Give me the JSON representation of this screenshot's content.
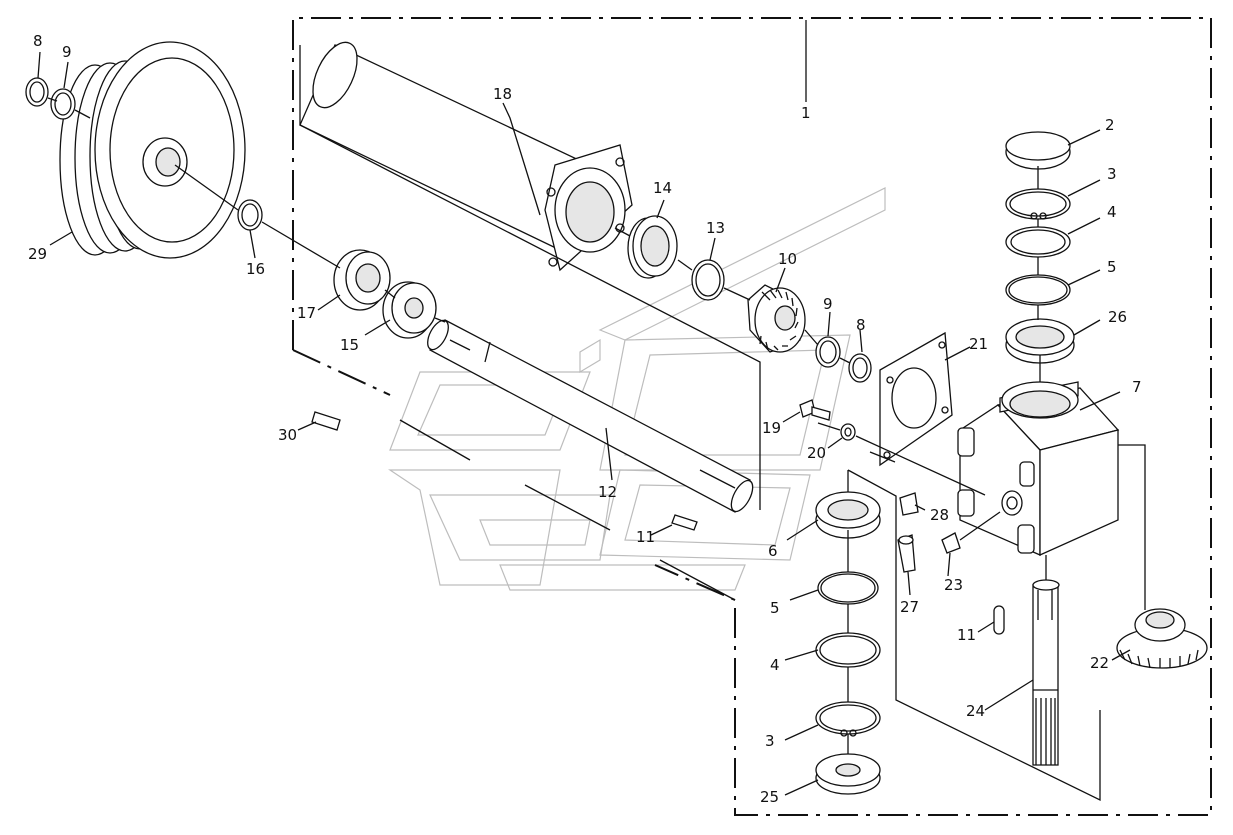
{
  "diagram": {
    "callouts": [
      {
        "id": "c8a",
        "label": "8"
      },
      {
        "id": "c9a",
        "label": "9"
      },
      {
        "id": "c29",
        "label": "29"
      },
      {
        "id": "c16",
        "label": "16"
      },
      {
        "id": "c18",
        "label": "18"
      },
      {
        "id": "c1",
        "label": "1"
      },
      {
        "id": "c2",
        "label": "2"
      },
      {
        "id": "c3a",
        "label": "3"
      },
      {
        "id": "c4a",
        "label": "4"
      },
      {
        "id": "c5a",
        "label": "5"
      },
      {
        "id": "c26",
        "label": "26"
      },
      {
        "id": "c7",
        "label": "7"
      },
      {
        "id": "c14",
        "label": "14"
      },
      {
        "id": "c13",
        "label": "13"
      },
      {
        "id": "c10",
        "label": "10"
      },
      {
        "id": "c9b",
        "label": "9"
      },
      {
        "id": "c8b",
        "label": "8"
      },
      {
        "id": "c21",
        "label": "21"
      },
      {
        "id": "c17",
        "label": "17"
      },
      {
        "id": "c15",
        "label": "15"
      },
      {
        "id": "c30",
        "label": "30"
      },
      {
        "id": "c19",
        "label": "19"
      },
      {
        "id": "c20",
        "label": "20"
      },
      {
        "id": "c12",
        "label": "12"
      },
      {
        "id": "c11a",
        "label": "11"
      },
      {
        "id": "c28",
        "label": "28"
      },
      {
        "id": "c6",
        "label": "6"
      },
      {
        "id": "c23",
        "label": "23"
      },
      {
        "id": "c27",
        "label": "27"
      },
      {
        "id": "c5b",
        "label": "5"
      },
      {
        "id": "c4b",
        "label": "4"
      },
      {
        "id": "c11b",
        "label": "11"
      },
      {
        "id": "c22",
        "label": "22"
      },
      {
        "id": "c24",
        "label": "24"
      },
      {
        "id": "c3b",
        "label": "3"
      },
      {
        "id": "c25",
        "label": "25"
      }
    ]
  }
}
